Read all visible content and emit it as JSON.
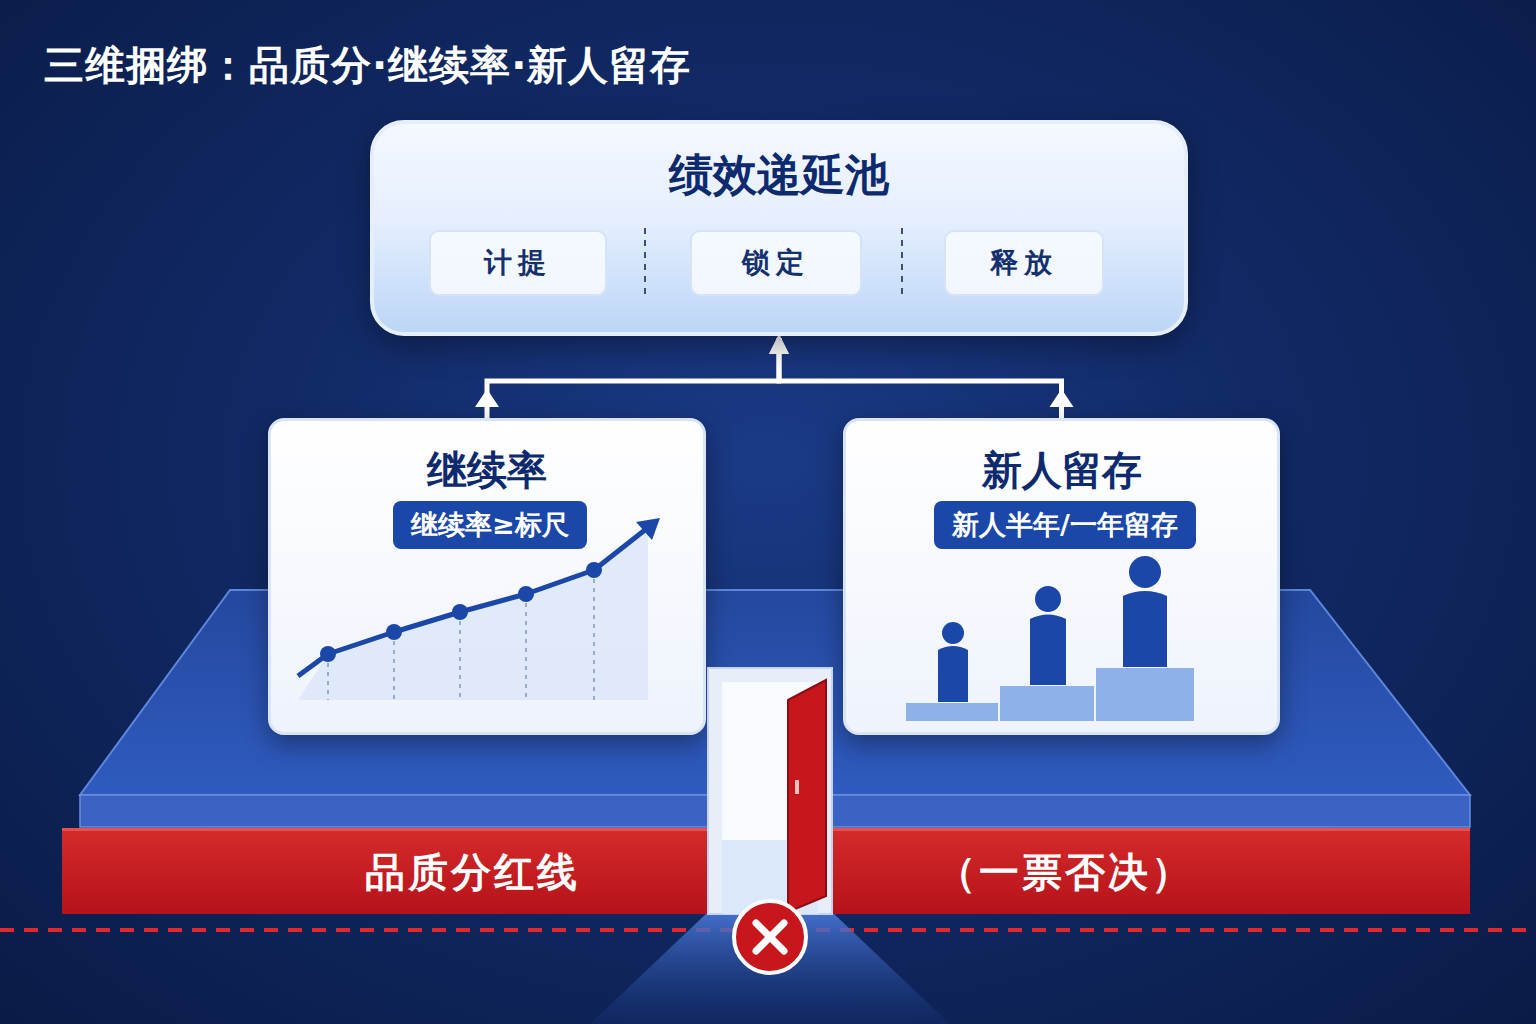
{
  "diagram": {
    "title": "三维捆绑：品质分·继续率·新人留存",
    "nodes": [
      {
        "text": [
          "绩效递延池"
        ]
      },
      {
        "text": [
          "计提"
        ],
        "in": 0
      },
      {
        "text": [
          "锁定"
        ],
        "in": 0
      },
      {
        "text": [
          "释放"
        ],
        "in": 0
      },
      {
        "text": [
          "继续率"
        ]
      },
      {
        "text": [
          "继续率≥标尺"
        ],
        "in": 4
      },
      {
        "text": [
          "新人留存"
        ]
      },
      {
        "text": [
          "新人半年/一年留存"
        ],
        "in": 6
      },
      {
        "text": [
          "品质分红线",
          "（一票否决）"
        ]
      }
    ],
    "edges": [
      {
        "from": 4,
        "to": 0,
        "arrow": "to"
      },
      {
        "from": 6,
        "to": 0,
        "arrow": "to"
      }
    ]
  }
}
